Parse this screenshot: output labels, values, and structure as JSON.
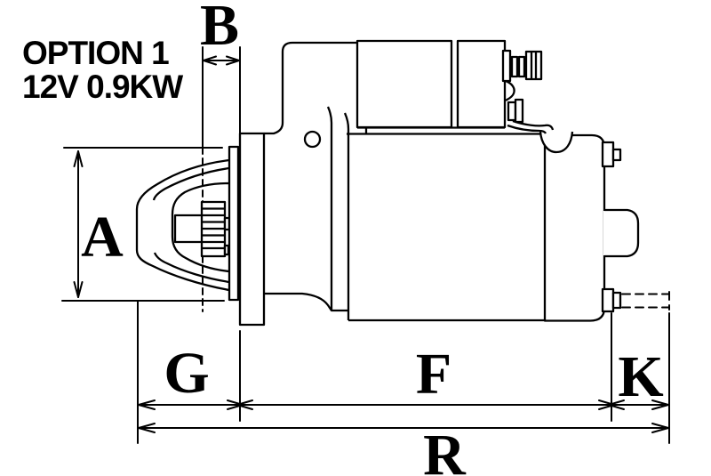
{
  "page": {
    "background_color": "#ffffff",
    "ink_color": "#000000"
  },
  "title": {
    "line1": "OPTION 1",
    "line2": "12V 0.9KW"
  },
  "dimension_labels": {
    "A": "A",
    "B": "B",
    "G": "G",
    "F": "F",
    "K": "K",
    "R": "R"
  },
  "diagram": {
    "kind": "technical-dimension-drawing",
    "subject": "starter-motor-side-view"
  }
}
